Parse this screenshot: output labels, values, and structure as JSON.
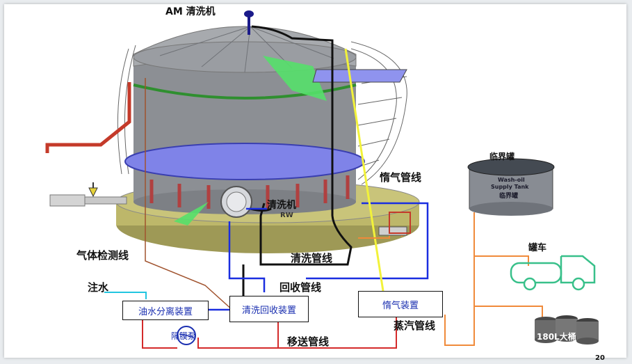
{
  "labels": {
    "cleaner_top": "AM 清洗机",
    "cleaner_mid": "清洗机",
    "cleaner_mid_sub": "RW",
    "inert_gas_line": "惰气管线",
    "critical_tank": "临界罐",
    "tank_text_1": "Wash-oil",
    "tank_text_2": "Supply Tank",
    "tank_text_3": "临界罐",
    "tank_truck": "罐车",
    "barrel": "180L大桶",
    "gas_detect_line": "气体检测线",
    "wash_line": "清洗管线",
    "recovery_line": "回收管线",
    "water_inject": "注水",
    "steam_line": "蒸汽管线",
    "transfer_line": "移送管线",
    "page_num": "20"
  },
  "boxes": {
    "oil_water_sep": "油水分离装置",
    "wash_recovery": "清洗回收装置",
    "inert_gas_unit": "惰气装置",
    "diaphragm_pump": "隔膜泵"
  },
  "colors": {
    "tank_gray": "#8c8f94",
    "roof_gray": "#a7aaae",
    "base_olive": "#bdb76a",
    "green_band": "#2f8f2f",
    "oil_blue": "#7f83e8",
    "line_black": "#111111",
    "line_blue": "#1a2ee0",
    "line_orange": "#f08a3a",
    "line_red": "#d42a2a",
    "line_yellow": "#f2f23a",
    "line_cyan": "#22c6e0",
    "line_brown": "#a0522d"
  }
}
